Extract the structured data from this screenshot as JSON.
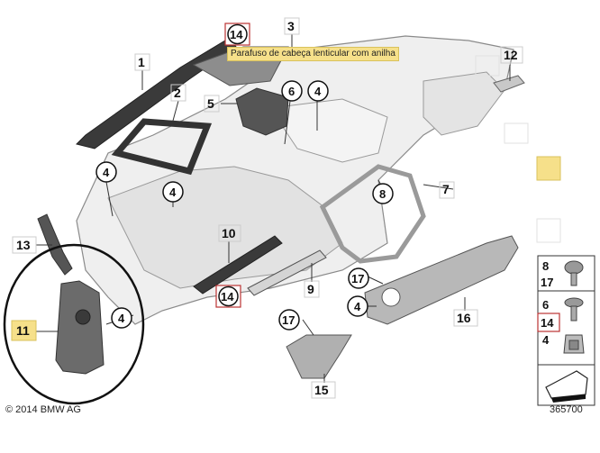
{
  "tooltip": {
    "text": "Parafuso de cabeça lenticular com anilha"
  },
  "footer": {
    "copyright": "© 2014 BMW AG",
    "diagram_number": "365700"
  },
  "callouts": {
    "c1": "1",
    "c2": "2",
    "c3": "3",
    "c4a": "4",
    "c4b": "4",
    "c4c": "4",
    "c4d": "4",
    "c4e": "4",
    "c5": "5",
    "c6": "6",
    "c7": "7",
    "c8": "8",
    "c9": "9",
    "c10": "10",
    "c11": "11",
    "c12": "12",
    "c13": "13",
    "c14a": "14",
    "c14b": "14",
    "c15": "15",
    "c16": "16",
    "c17a": "17",
    "c17b": "17"
  },
  "legend": {
    "l8": "8",
    "l17": "17",
    "l6": "6",
    "l14": "14",
    "l4": "4"
  },
  "colors": {
    "highlight": "#f6e08a",
    "part_fill": "#e6e6e6",
    "part_dark": "#6b6b6b",
    "outline": "#444444",
    "circle": "#111111"
  }
}
